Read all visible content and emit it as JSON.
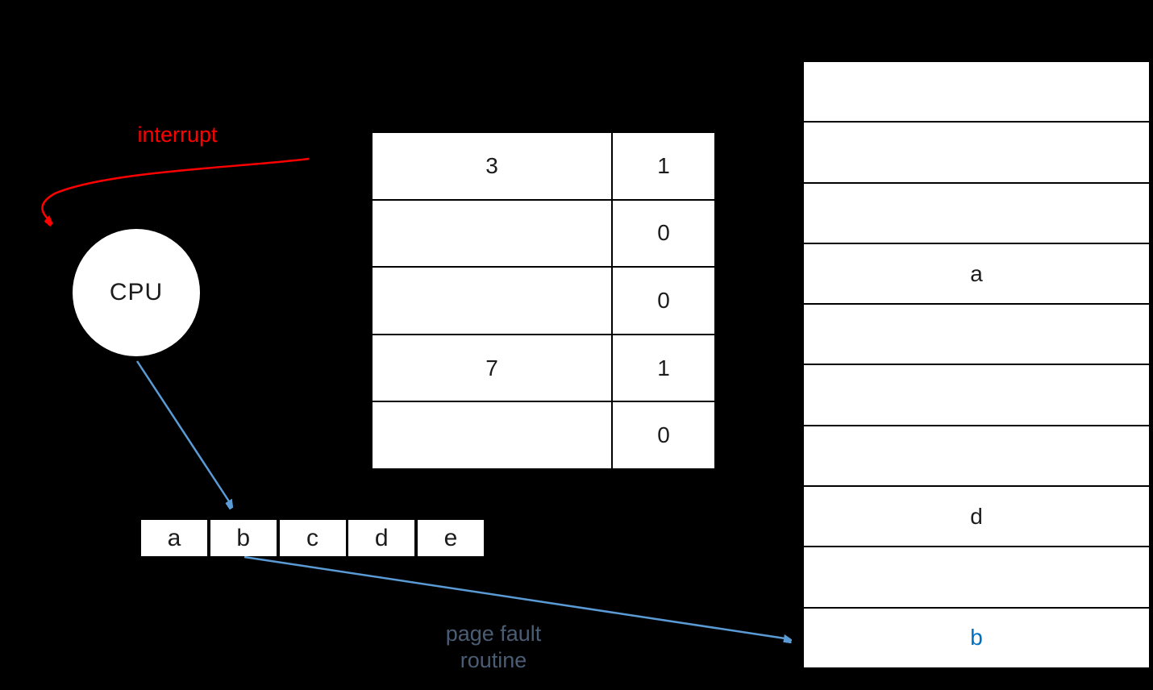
{
  "diagram": {
    "interrupt_label": "interrupt",
    "cpu_label": "CPU",
    "page_table": {
      "rows": [
        {
          "frame": "3",
          "valid": "1"
        },
        {
          "frame": "",
          "valid": "0"
        },
        {
          "frame": "",
          "valid": "0"
        },
        {
          "frame": "7",
          "valid": "1"
        },
        {
          "frame": "",
          "valid": "0"
        }
      ]
    },
    "reference_string": [
      "a",
      "b",
      "c",
      "d",
      "e"
    ],
    "physical_memory": {
      "rows": [
        "",
        "",
        "",
        "a",
        "",
        "",
        "",
        "d",
        "",
        "b"
      ],
      "highlighted_row_index": 9,
      "highlighted_value": "b"
    },
    "page_fault_label_line1": "page fault",
    "page_fault_label_line2": "routine",
    "colors": {
      "background": "#000000",
      "interrupt_red": "#ff0000",
      "arrow_blue": "#5b9bd5",
      "page_fault_text": "#4a5d74",
      "loaded_page_blue": "#0070c0",
      "cell_fill": "#ffffff",
      "cell_border": "#000000"
    }
  }
}
